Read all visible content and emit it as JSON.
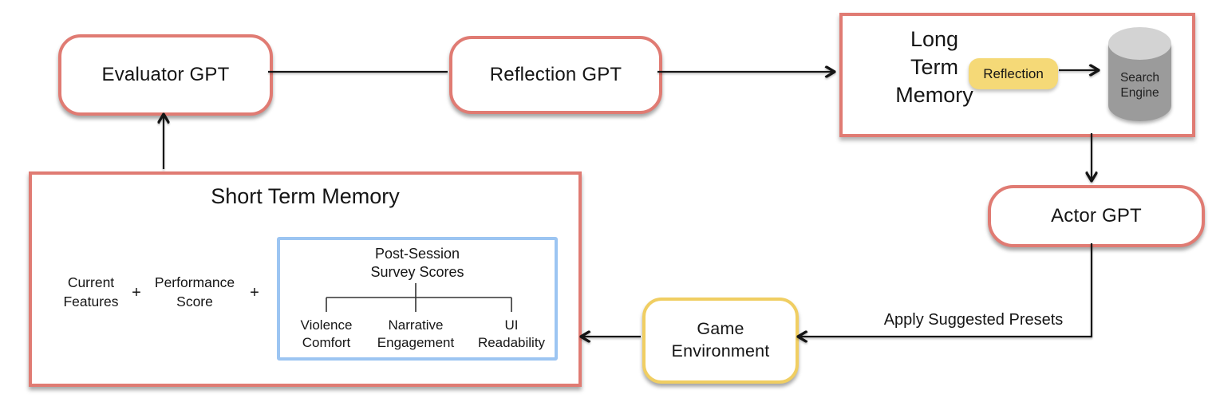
{
  "nodes": {
    "evaluator": {
      "label": "Evaluator GPT"
    },
    "reflection": {
      "label": "Reflection GPT"
    },
    "long_term_memory": {
      "title": "Long Term Memory",
      "reflection_pill": "Reflection",
      "search_engine": "Search Engine"
    },
    "actor": {
      "label": "Actor GPT"
    },
    "game_environment": {
      "label": "Game Environment"
    },
    "short_term_memory": {
      "title": "Short Term Memory",
      "operand_1": "Current Features",
      "operand_2": "Performance Score",
      "plus": "+",
      "survey": {
        "title": "Post-Session Survey Scores",
        "children": [
          "Violence Comfort",
          "Narrative Engagement",
          "UI Readability"
        ]
      }
    }
  },
  "edges": {
    "apply_presets_label": "Apply Suggested Presets"
  },
  "colors": {
    "node_border_red": "#e07b73",
    "yellow_border": "#f0ce62",
    "yellow_fill": "#f5d977",
    "blue_border": "#9cc5f2",
    "cylinder_body": "#9b9b9b",
    "cylinder_top": "#d3d3d3",
    "line": "#151515",
    "text": "#151515",
    "background": "#ffffff"
  }
}
